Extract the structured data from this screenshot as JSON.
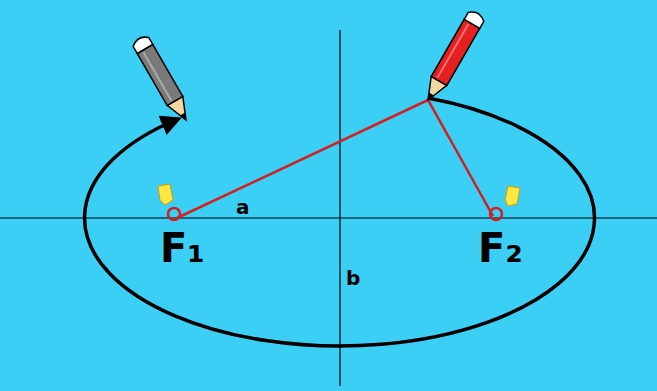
{
  "diagram": {
    "labels": [
      "a",
      "b",
      "F₁",
      "F₂"
    ]
  }
}
